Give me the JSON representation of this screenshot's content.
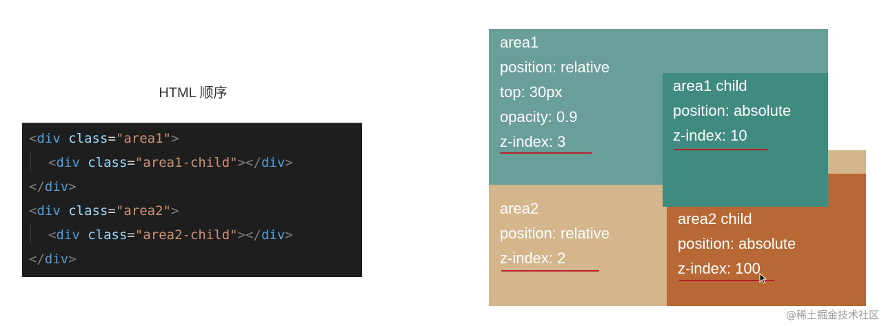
{
  "caption": "HTML 顺序",
  "code": {
    "lines": [
      {
        "open": "<",
        "tag": "div",
        "attr": "class",
        "eq": "=",
        "value": "\"area1\"",
        "close": ">"
      },
      {
        "open": "<",
        "tag": "div",
        "attr": "class",
        "eq": "=",
        "value": "\"area1-child\"",
        "close": "></",
        "tag2": "div",
        "close2": ">"
      },
      {
        "open": "</",
        "tag": "div",
        "close": ">"
      },
      {
        "open": "<",
        "tag": "div",
        "attr": "class",
        "eq": "=",
        "value": "\"area2\"",
        "close": ">"
      },
      {
        "open": "<",
        "tag": "div",
        "attr": "class",
        "eq": "=",
        "value": "\"area2-child\"",
        "close": "></",
        "tag2": "div",
        "close2": ">"
      },
      {
        "open": "</",
        "tag": "div",
        "close": ">"
      }
    ]
  },
  "demo": {
    "area1": {
      "color": "#6a9e98",
      "lines": [
        "area1",
        "position: relative",
        "top: 30px",
        "opacity: 0.9",
        "z-index: 3"
      ]
    },
    "area1_child": {
      "color": "#3f8b80",
      "lines": [
        "area1 child",
        "position: absolute",
        "z-index: 10"
      ]
    },
    "area2": {
      "color": "#d5b68c",
      "lines": [
        "area2",
        "position: relative",
        "z-index: 2"
      ]
    },
    "area2_child": {
      "color": "#b86834",
      "lines": [
        "area2 child",
        "position: absolute",
        "z-index: 100"
      ]
    },
    "underline_color": "#b5202a"
  },
  "watermark": "@稀土掘金技术社区"
}
